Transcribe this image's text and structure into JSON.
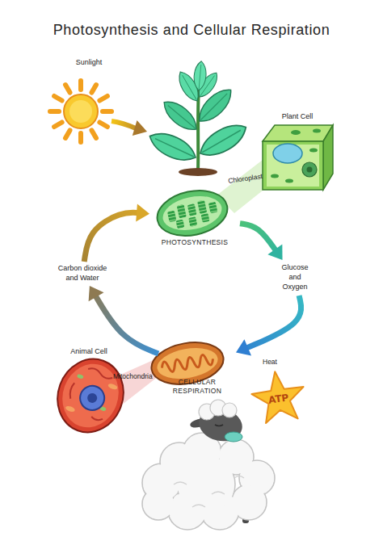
{
  "diagram": {
    "title": "Photosynthesis and Cellular Respiration",
    "nodes": [
      {
        "text": [
          "Sunlight"
        ]
      },
      {
        "text": [
          "Plant Cell"
        ]
      },
      {
        "text": [
          "PHOTOSYNTHESIS"
        ]
      },
      {
        "text": [
          "Carbon dioxide and Water"
        ]
      },
      {
        "text": [
          "Glucose and Oxygen"
        ]
      },
      {
        "text": [
          "Animal Cell"
        ]
      },
      {
        "text": [
          "CELLULAR RESPIRATION"
        ]
      },
      {
        "text": [
          "ATP"
        ]
      }
    ],
    "edges": [
      {
        "from": 2,
        "to": 4,
        "arrow": "to"
      },
      {
        "from": 4,
        "to": 6,
        "arrow": "to"
      },
      {
        "from": 6,
        "to": 3,
        "arrow": "to"
      },
      {
        "from": 3,
        "to": 2,
        "arrow": "to"
      }
    ],
    "labels": [
      "Chloroplast",
      "Heat",
      "Mitochondria"
    ]
  }
}
